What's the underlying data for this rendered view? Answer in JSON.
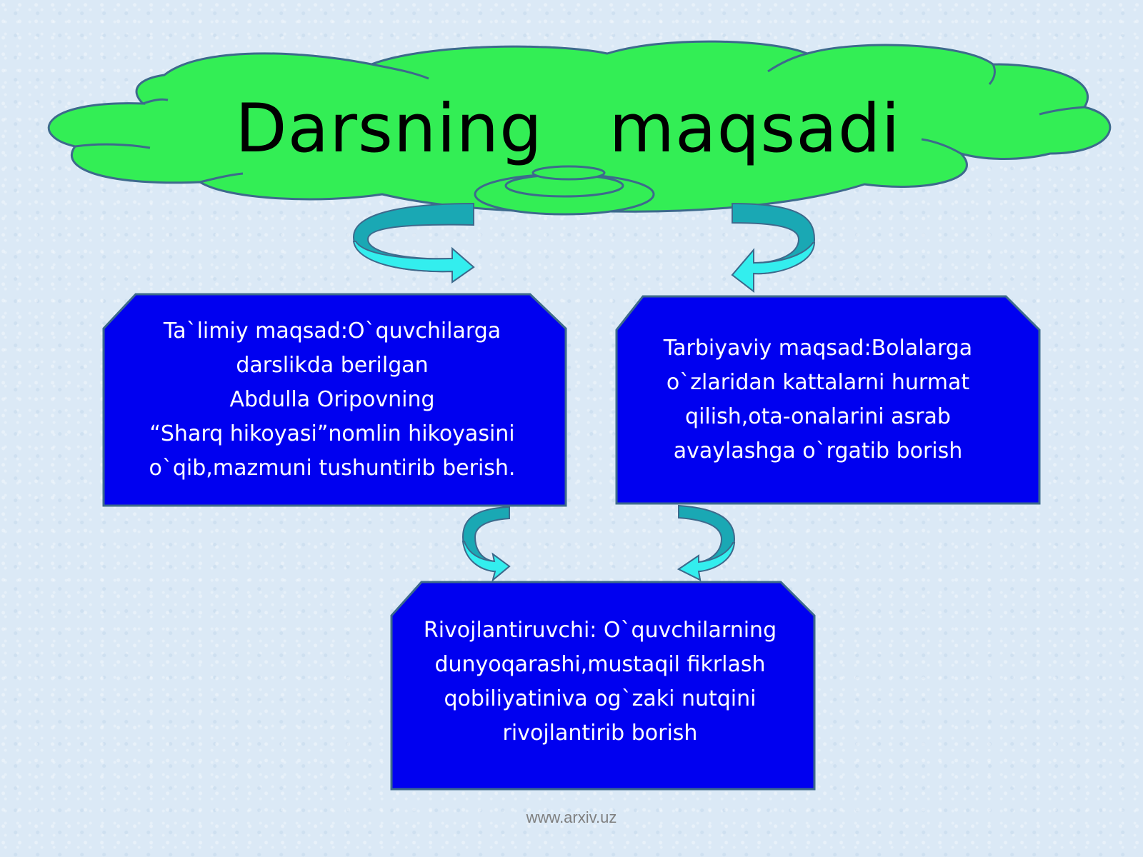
{
  "title": "Darsning   maqsadi",
  "boxes": {
    "talimiy": "Ta`limiy maqsad:O`quvchilarga\ndarslikda berilgan\nAbdulla  Oripovning\n“Sharq hikoyasi”nomlin hikoyasini\no`qib,mazmuni tushuntirib berish.",
    "tarbiyaviy": "Tarbiyaviy maqsad:Bolalarga\no`zlaridan kattalarni hurmat\nqilish,ota-onalarini asrab\navaylashga o`rgatib borish",
    "rivojlantiruvchi": "Rivojlantiruvchi: O`quvchilarning\ndunyoqarashi,mustaqil fikrlash\nqobiliyatiniva og`zaki nutqini\nrivojlantirib borish"
  },
  "footer": "www.arxiv.uz",
  "colors": {
    "cloud_fill": "#33ee55",
    "box_fill": "#0000f0",
    "arrow_light": "#33eeee",
    "arrow_dark": "#1aa8b4",
    "outline": "#3d6a8c"
  }
}
